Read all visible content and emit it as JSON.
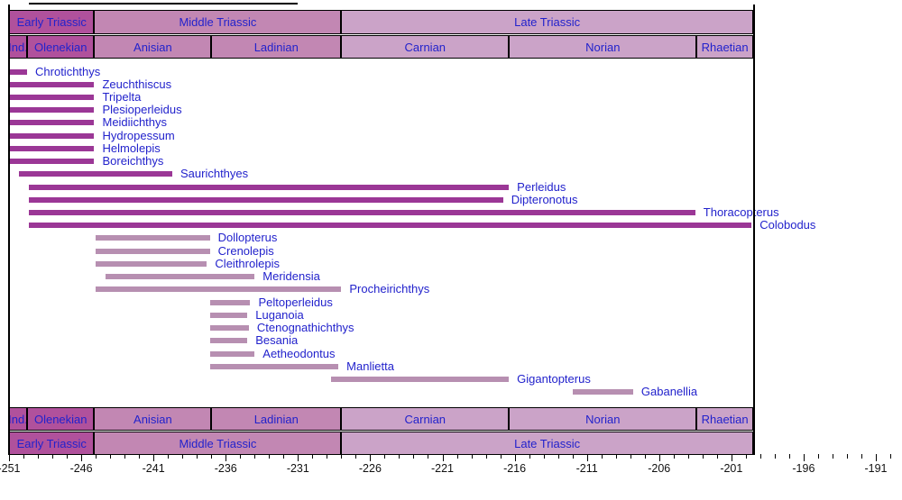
{
  "colors": {
    "period_early": "#b0519c",
    "period_middle": "#c287b3",
    "period_late": "#cba3c8",
    "bar_dark": "#9b3796",
    "bar_light": "#b78fb1",
    "label_blue": "#2222cc",
    "axis_text": "#111111",
    "line_black": "#000000"
  },
  "chart_data": {
    "type": "bar",
    "variant": "stratigraphic-taxon-range-chart",
    "axis": {
      "min": -251,
      "max": -190,
      "minor_tick_step": 1,
      "major_tick_step": 5,
      "major_tick_labels": [
        -251,
        -246,
        -241,
        -236,
        -231,
        -226,
        -221,
        -216,
        -211,
        -206,
        -201,
        -196,
        -191
      ]
    },
    "timescale": {
      "periods": [
        {
          "label": "Early Triassic",
          "from": -251,
          "to": -245.1,
          "period": "early"
        },
        {
          "label": "Middle Triassic",
          "from": -245.1,
          "to": -228.0,
          "period": "middle"
        },
        {
          "label": "Late Triassic",
          "from": -228.0,
          "to": -199.5,
          "period": "late"
        }
      ],
      "stages": [
        {
          "label": "Ind.",
          "from": -251,
          "to": -249.75,
          "period": "early"
        },
        {
          "label": "Olenekian",
          "from": -249.75,
          "to": -245.1,
          "period": "early"
        },
        {
          "label": "Anisian",
          "from": -245.1,
          "to": -237.0,
          "period": "middle"
        },
        {
          "label": "Ladinian",
          "from": -237.0,
          "to": -228.0,
          "period": "middle"
        },
        {
          "label": "Carnian",
          "from": -228.0,
          "to": -216.4,
          "period": "late"
        },
        {
          "label": "Norian",
          "from": -216.4,
          "to": -203.4,
          "period": "late"
        },
        {
          "label": "Rhaetian",
          "from": -203.4,
          "to": -199.5,
          "period": "late"
        }
      ]
    },
    "taxa": [
      {
        "name": "Chrotichthys",
        "from": -251,
        "to": -249.75,
        "group": "dark"
      },
      {
        "name": "Zeuchthiscus",
        "from": -251,
        "to": -245.1,
        "group": "dark"
      },
      {
        "name": "Tripelta",
        "from": -251,
        "to": -245.1,
        "group": "dark"
      },
      {
        "name": "Plesioperleidus",
        "from": -251,
        "to": -245.1,
        "group": "dark"
      },
      {
        "name": "Meidiichthys",
        "from": -251,
        "to": -245.1,
        "group": "dark"
      },
      {
        "name": "Hydropessum",
        "from": -251,
        "to": -245.1,
        "group": "dark"
      },
      {
        "name": "Helmolepis",
        "from": -251,
        "to": -245.1,
        "group": "dark"
      },
      {
        "name": "Boreichthys",
        "from": -251,
        "to": -245.1,
        "group": "dark"
      },
      {
        "name": "Saurichthyes",
        "from": -250.3,
        "to": -239.7,
        "group": "dark"
      },
      {
        "name": "Perleidus",
        "from": -249.6,
        "to": -216.4,
        "group": "dark"
      },
      {
        "name": "Dipteronotus",
        "from": -249.6,
        "to": -216.8,
        "group": "dark"
      },
      {
        "name": "Thoracopterus",
        "from": -249.6,
        "to": -203.5,
        "group": "dark"
      },
      {
        "name": "Colobodus",
        "from": -249.6,
        "to": -199.6,
        "group": "dark"
      },
      {
        "name": "Dollopterus",
        "from": -245.0,
        "to": -237.1,
        "group": "light"
      },
      {
        "name": "Crenolepis",
        "from": -245.0,
        "to": -237.1,
        "group": "light"
      },
      {
        "name": "Cleithrolepis",
        "from": -245.0,
        "to": -237.3,
        "group": "light"
      },
      {
        "name": "Meridensia",
        "from": -244.3,
        "to": -234.0,
        "group": "light"
      },
      {
        "name": "Procheirichthys",
        "from": -245.0,
        "to": -228.0,
        "group": "light"
      },
      {
        "name": "Peltoperleidus",
        "from": -237.1,
        "to": -234.3,
        "group": "light"
      },
      {
        "name": "Luganoia",
        "from": -237.1,
        "to": -234.5,
        "group": "light"
      },
      {
        "name": "Ctenognathichthys",
        "from": -237.1,
        "to": -234.4,
        "group": "light"
      },
      {
        "name": "Besania",
        "from": -237.1,
        "to": -234.5,
        "group": "light"
      },
      {
        "name": "Aetheodontus",
        "from": -237.1,
        "to": -234.0,
        "group": "light"
      },
      {
        "name": "Manlietta",
        "from": -237.1,
        "to": -228.2,
        "group": "light"
      },
      {
        "name": "Gigantopterus",
        "from": -228.7,
        "to": -216.4,
        "group": "light"
      },
      {
        "name": "Gabanellia",
        "from": -212.0,
        "to": -207.8,
        "group": "light"
      }
    ]
  }
}
